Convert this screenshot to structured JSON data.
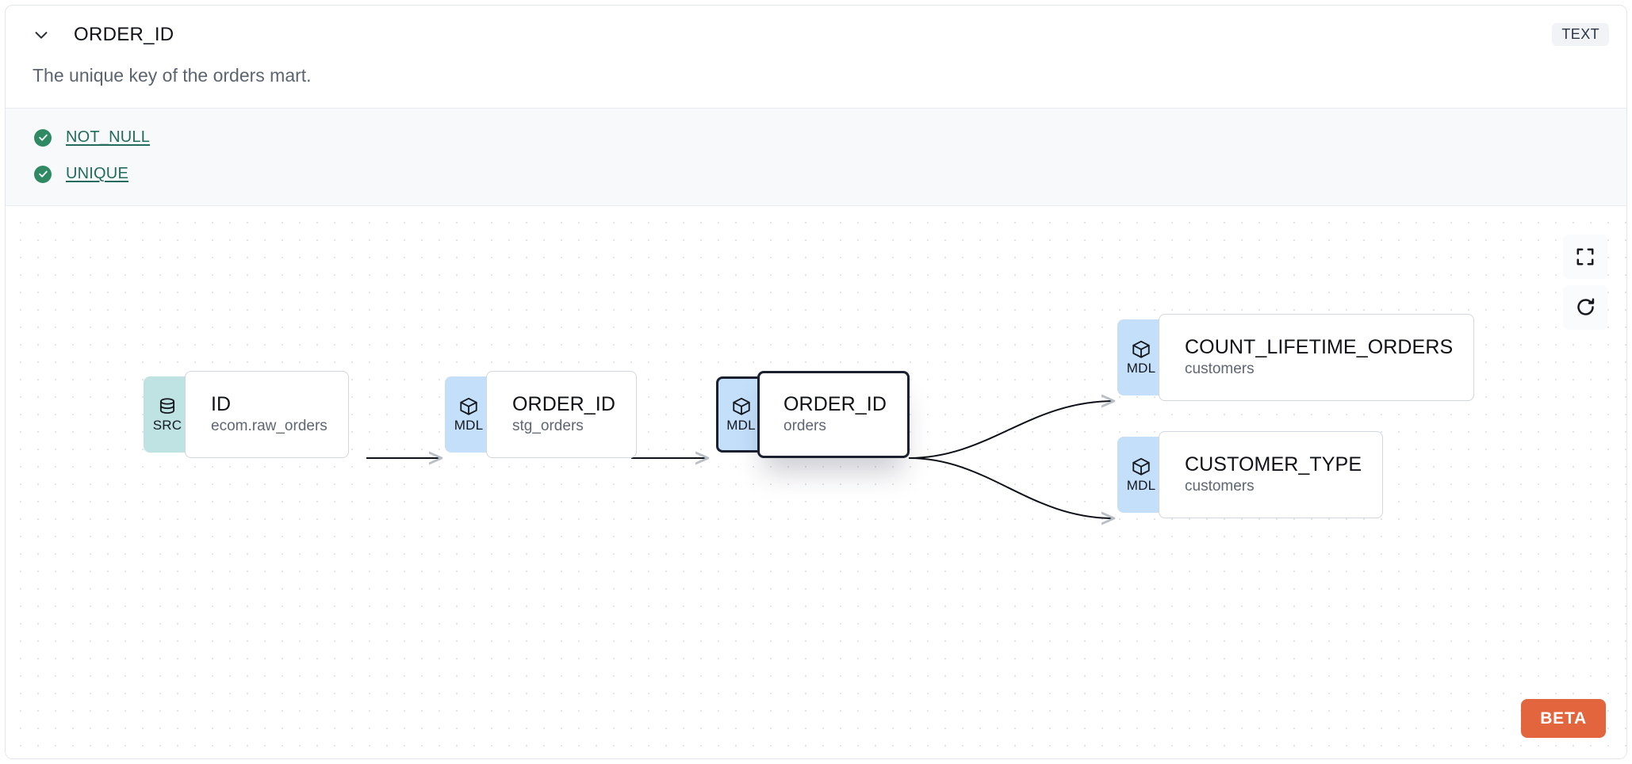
{
  "header": {
    "chevron_icon": "chevron-down-icon",
    "title": "ORDER_ID",
    "type_badge": "TEXT"
  },
  "description": "The unique key of the orders mart.",
  "tests": {
    "items": [
      {
        "status_icon": "check-circle-icon",
        "label": "NOT_NULL"
      },
      {
        "status_icon": "check-circle-icon",
        "label": "UNIQUE"
      }
    ]
  },
  "lineage": {
    "nodes": [
      {
        "id": "src-id",
        "kind": "SRC",
        "kind_icon": "database-icon",
        "name": "ID",
        "table": "ecom.raw_orders",
        "selected": false
      },
      {
        "id": "stg-order-id",
        "kind": "MDL",
        "kind_icon": "cube-icon",
        "name": "ORDER_ID",
        "table": "stg_orders",
        "selected": false
      },
      {
        "id": "orders-order-id",
        "kind": "MDL",
        "kind_icon": "cube-icon",
        "name": "ORDER_ID",
        "table": "orders",
        "selected": true
      },
      {
        "id": "count-lifetime-orders",
        "kind": "MDL",
        "kind_icon": "cube-icon",
        "name": "COUNT_LIFETIME_ORDERS",
        "table": "customers",
        "selected": false
      },
      {
        "id": "customer-type",
        "kind": "MDL",
        "kind_icon": "cube-icon",
        "name": "CUSTOMER_TYPE",
        "table": "customers",
        "selected": false
      }
    ],
    "controls": [
      {
        "name": "fit-view-button",
        "icon": "fullscreen-icon"
      },
      {
        "name": "refresh-button",
        "icon": "refresh-icon"
      }
    ],
    "beta_badge": "BETA"
  },
  "colors": {
    "src_badge": "#bfe2e2",
    "mdl_badge": "#c3dffa",
    "test_pass": "#2f8a63",
    "test_link": "#226b5d",
    "beta": "#e3653e",
    "edge": "#0d1017"
  }
}
